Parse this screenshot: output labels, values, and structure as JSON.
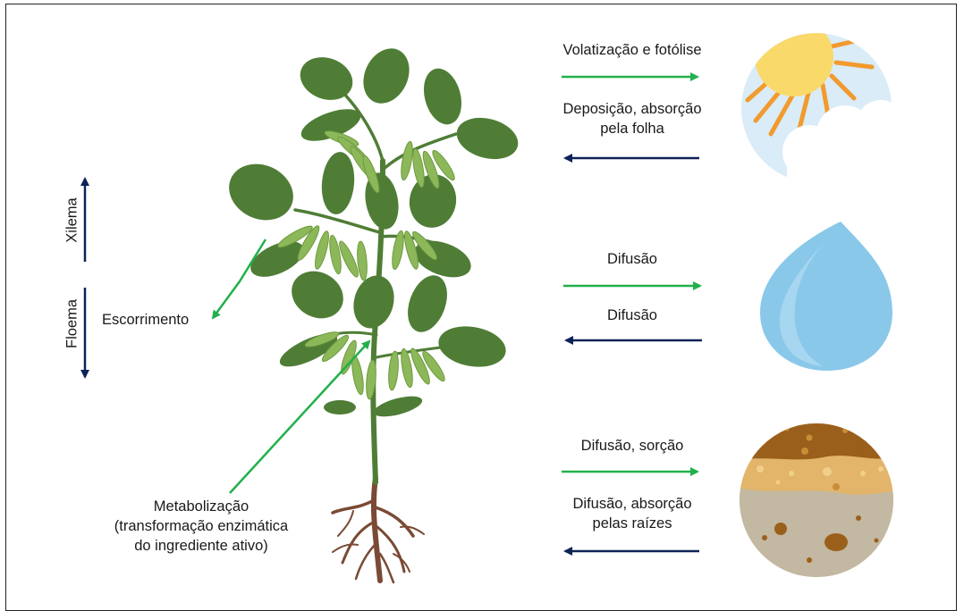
{
  "labels": {
    "volatilizacao": "Volatização e fotólise",
    "deposicao_l1": "Deposição, absorção",
    "deposicao_l2": "pela folha",
    "difusao_agua_out": "Difusão",
    "difusao_agua_in": "Difusão",
    "difusao_sorcao": "Difusão, sorção",
    "difusao_raizes_l1": "Difusão, absorção",
    "difusao_raizes_l2": "pelas raízes",
    "xilema": "Xilema",
    "floema": "Floema",
    "escorrimento": "Escorrimento",
    "metab_l1": "Metabolização",
    "metab_l2": "(transformação enzimática",
    "metab_l3": "do ingrediente ativo)"
  },
  "colors": {
    "green_arrow": "#22b04b",
    "navy_arrow": "#0d2357",
    "leaf": "#4f7d36",
    "pod": "#8db85a",
    "root": "#7a4a34"
  },
  "icons": [
    "sun-cloud-icon",
    "water-drop-icon",
    "soil-icon",
    "plant-illustration"
  ]
}
